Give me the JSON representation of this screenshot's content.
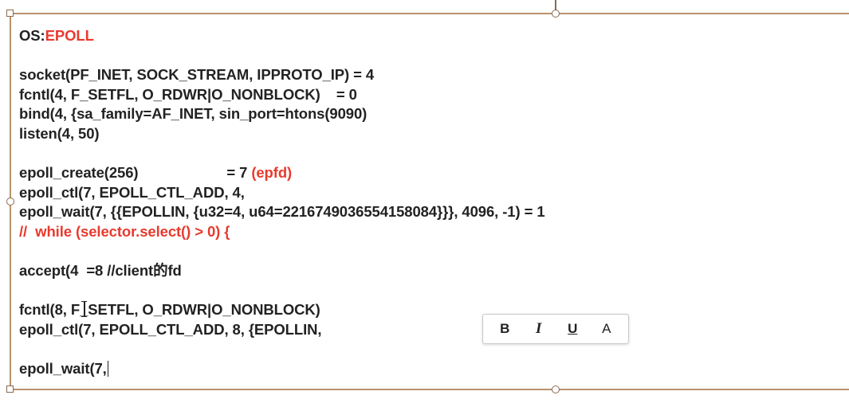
{
  "lines": [
    {
      "parts": [
        {
          "text": "OS:",
          "color": "dark"
        },
        {
          "text": "EPOLL",
          "color": "red"
        }
      ]
    },
    {
      "parts": [
        {
          "text": "",
          "color": "dark"
        }
      ]
    },
    {
      "parts": [
        {
          "text": "socket(PF_INET, SOCK_STREAM, IPPROTO_IP) = 4",
          "color": "dark"
        }
      ]
    },
    {
      "parts": [
        {
          "text": "fcntl(4, F_SETFL, O_RDWR|O_NONBLOCK)    = 0",
          "color": "dark"
        }
      ]
    },
    {
      "parts": [
        {
          "text": "bind(4, {sa_family=AF_INET, sin_port=htons(9090)",
          "color": "dark"
        }
      ]
    },
    {
      "parts": [
        {
          "text": "listen(4, 50)",
          "color": "dark"
        }
      ]
    },
    {
      "parts": [
        {
          "text": "",
          "color": "dark"
        }
      ]
    },
    {
      "parts": [
        {
          "text": "epoll_create(256)                      = 7 ",
          "color": "dark"
        },
        {
          "text": "(epfd)",
          "color": "red"
        }
      ]
    },
    {
      "parts": [
        {
          "text": "epoll_ctl(7, EPOLL_CTL_ADD, 4,",
          "color": "dark"
        }
      ]
    },
    {
      "parts": [
        {
          "text": "epoll_wait(7, {{EPOLLIN, {u32=4, u64=2216749036554158084}}}, 4096, -1) = 1",
          "color": "dark"
        }
      ]
    },
    {
      "parts": [
        {
          "text": "//  ",
          "color": "red"
        },
        {
          "text": "while (selector.select() > 0) {",
          "color": "red"
        }
      ]
    },
    {
      "parts": [
        {
          "text": "",
          "color": "dark"
        }
      ]
    },
    {
      "parts": [
        {
          "text": "accept(4  =8 //client的fd",
          "color": "dark"
        }
      ]
    },
    {
      "parts": [
        {
          "text": "",
          "color": "dark"
        }
      ]
    },
    {
      "parts": [
        {
          "text": "fcntl(8, F_SETFL, O_RDWR|O_NONBLOCK)",
          "color": "dark"
        }
      ]
    },
    {
      "parts": [
        {
          "text": "epoll_ctl(7, EPOLL_CTL_ADD, 8, {EPOLLIN,",
          "color": "dark"
        }
      ]
    },
    {
      "parts": [
        {
          "text": "",
          "color": "dark"
        }
      ]
    },
    {
      "parts": [
        {
          "text": "epoll_wait(7,",
          "color": "dark"
        }
      ],
      "caret": true
    }
  ],
  "toolbar": {
    "bold": "B",
    "italic": "I",
    "underline": "U",
    "font": "A"
  },
  "colors": {
    "text": "#222222",
    "accent_red": "#e83a2e",
    "frame": "#b8926a"
  }
}
